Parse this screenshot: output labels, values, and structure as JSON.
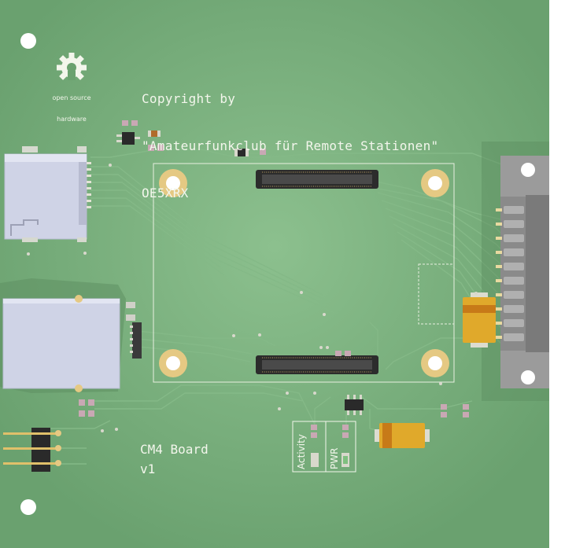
{
  "copyright": {
    "lines": [
      "Copyright by",
      "\"Amateurfunkclub für Remote Stationen\"",
      "OE5XRX"
    ]
  },
  "logo": {
    "icon": "open-source-hardware-gear-icon",
    "text_line1": "open source",
    "text_line2": "hardware"
  },
  "board": {
    "name": "CM4 Board",
    "version": "v1"
  },
  "leds": {
    "activity_label": "Activity",
    "power_label": "PWR"
  },
  "colors": {
    "pcb": "#6aa16f",
    "silkscreen": "#f3f6ec",
    "copper_pad": "#e5c983",
    "trace": "#7fb382",
    "connector_body": "#8a8a8a",
    "card_holder": "#cfd3e6",
    "capacitor": "#e0a92b"
  }
}
